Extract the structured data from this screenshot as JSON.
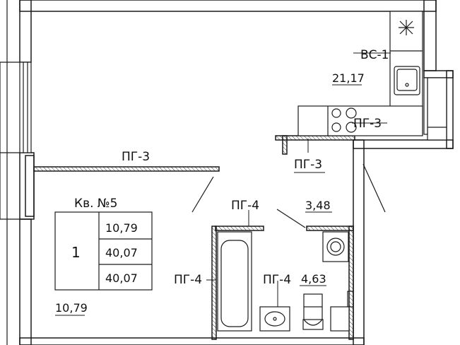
{
  "apartment": {
    "number_label": "Кв. №5",
    "rooms": "1",
    "living_area": "10,79",
    "total_area": "40,07",
    "total_area_with_balcony": "40,07"
  },
  "areas": {
    "room": "10,79",
    "kitchen": "21,17",
    "hallway": "3,48",
    "bathroom": "4,63"
  },
  "wall_labels": {
    "vs1": "ВС-1",
    "pg3_top": "ПГ-3",
    "pg3_kitchen": "ПГ-3",
    "pg3_lower": "ПГ-3",
    "pg4_top": "ПГ-4",
    "pg4_left": "ПГ-4",
    "pg4_bath": "ПГ-4"
  },
  "icons": [
    "hood-icon",
    "sink-icon",
    "stove-icon",
    "washing-machine-icon",
    "bathtub-icon",
    "washbasin-icon",
    "toilet-icon"
  ]
}
